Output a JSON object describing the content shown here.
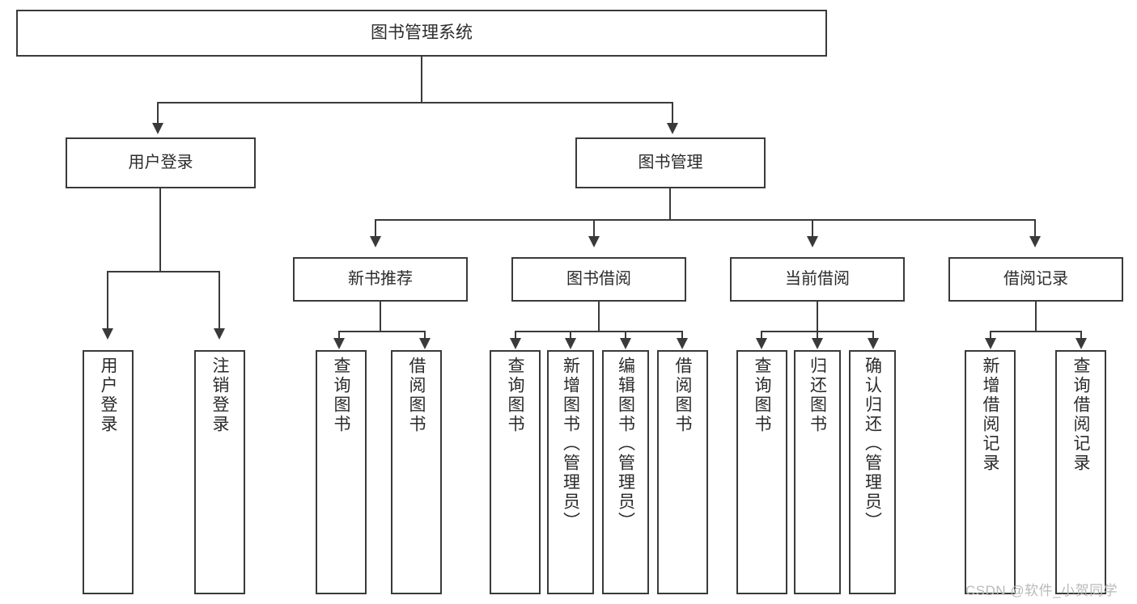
{
  "diagram": {
    "title": "图书管理系统",
    "type": "hierarchy-tree",
    "root": {
      "label": "图书管理系统"
    },
    "level1": [
      {
        "label": "用户登录"
      },
      {
        "label": "图书管理"
      }
    ],
    "level2": [
      {
        "label": "新书推荐"
      },
      {
        "label": "图书借阅"
      },
      {
        "label": "当前借阅"
      },
      {
        "label": "借阅记录"
      }
    ],
    "leaves": [
      {
        "label": "用户登录"
      },
      {
        "label": "注销登录"
      },
      {
        "label": "查询图书"
      },
      {
        "label": "借阅图书"
      },
      {
        "label": "查询图书"
      },
      {
        "label": "新增图书（管理员）"
      },
      {
        "label": "编辑图书（管理员）"
      },
      {
        "label": "借阅图书"
      },
      {
        "label": "查询图书"
      },
      {
        "label": "归还图书"
      },
      {
        "label": "确认归还（管理员）"
      },
      {
        "label": "新增借阅记录"
      },
      {
        "label": "查询借阅记录"
      }
    ]
  },
  "watermark": {
    "text": "CSDN @软件_小贺同学"
  },
  "colors": {
    "stroke": "#3a3a3a",
    "text": "#2b2b2b",
    "background": "#ffffff",
    "watermark": "#b9b9b9"
  }
}
